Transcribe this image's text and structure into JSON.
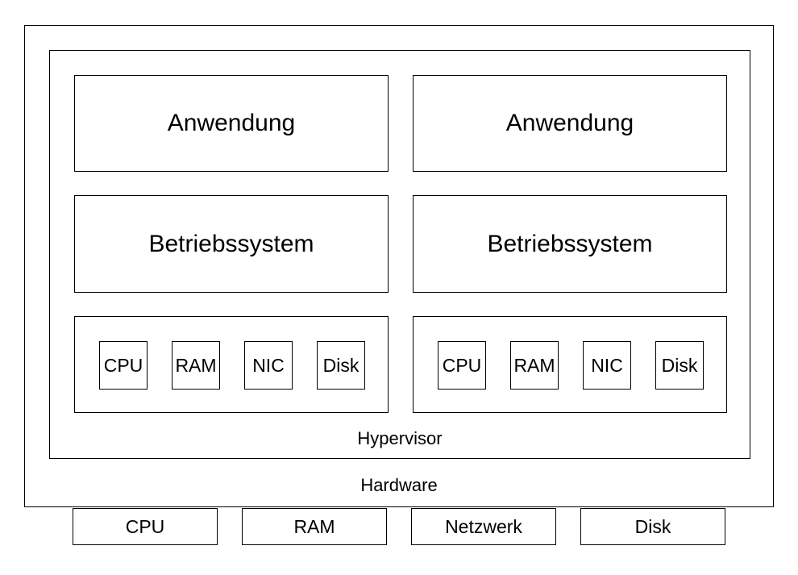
{
  "diagram": {
    "hypervisor_label": "Hypervisor",
    "hardware_label": "Hardware",
    "vms": [
      {
        "app": "Anwendung",
        "os": "Betriebssystem",
        "devices": [
          "CPU",
          "RAM",
          "NIC",
          "Disk"
        ]
      },
      {
        "app": "Anwendung",
        "os": "Betriebssystem",
        "devices": [
          "CPU",
          "RAM",
          "NIC",
          "Disk"
        ]
      }
    ],
    "physical": [
      "CPU",
      "RAM",
      "Netzwerk",
      "Disk"
    ]
  },
  "colors": {
    "background": "#ffffff",
    "border": "#000000",
    "text": "#000000"
  }
}
